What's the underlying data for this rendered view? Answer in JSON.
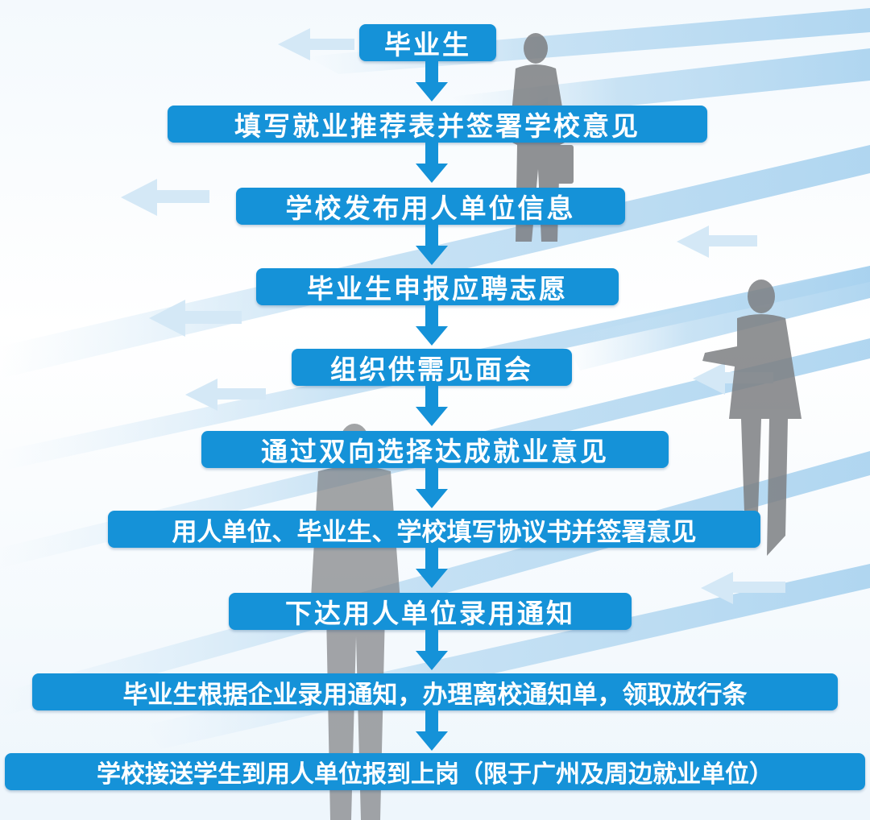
{
  "flow": {
    "steps": [
      {
        "label": "毕业生"
      },
      {
        "label": "填写就业推荐表并签署学校意见"
      },
      {
        "label": "学校发布用人单位信息"
      },
      {
        "label": "毕业生申报应聘志愿"
      },
      {
        "label": "组织供需见面会"
      },
      {
        "label": "通过双向选择达成就业意见"
      },
      {
        "label": "用人单位、毕业生、学校填写协议书并签署意见"
      },
      {
        "label": "下达用人单位录用通知"
      },
      {
        "label": "毕业生根据企业录用通知，办理离校通知单，领取放行条"
      },
      {
        "label": "学校接送学生到用人单位报到上岗（限于广州及周边就业单位）"
      }
    ],
    "colors": {
      "box": "#1592d8",
      "arrow": "#1592d8",
      "text": "#ffffff",
      "silhouette": "#7d7f82"
    }
  }
}
